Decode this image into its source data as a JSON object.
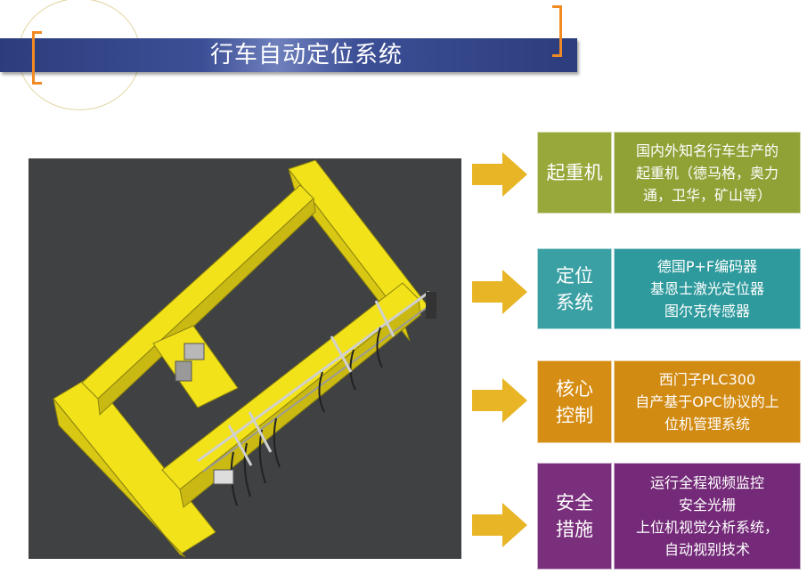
{
  "header": {
    "title": "行车自动定位系统"
  },
  "rows": [
    {
      "label": "起重机",
      "lines": [
        "国内外知名行车生产的",
        "起重机（德马格，奥力",
        "通，卫华，矿山等）"
      ],
      "label_color": "#98a83a",
      "desc_color": "#90a236"
    },
    {
      "label": "定位系统",
      "lines": [
        "德国P+F编码器",
        "基恩士激光定位器",
        "图尔克传感器"
      ],
      "label_color": "#3aa0a4",
      "desc_color": "#2f9a9d"
    },
    {
      "label": "核心控制",
      "lines": [
        "西门子PLC300",
        "自产基于OPC协议的上",
        "位机管理系统"
      ],
      "label_color": "#d58d14",
      "desc_color": "#d18a12"
    },
    {
      "label": "安全措施",
      "lines": [
        "运行全程视频监控",
        "安全光栅",
        "上位机视觉分析系统，",
        "自动视别技术"
      ],
      "label_color": "#7a2f7c",
      "desc_color": "#742a78"
    }
  ],
  "colors": {
    "title_bar": "#2c3d7c",
    "bracket": "#f08a23",
    "arrow": "#e8b526",
    "photo_bg": "#3f4143",
    "crane": "#f2e21a"
  },
  "icons": [
    "arrow-right-icon",
    "crane-image"
  ]
}
